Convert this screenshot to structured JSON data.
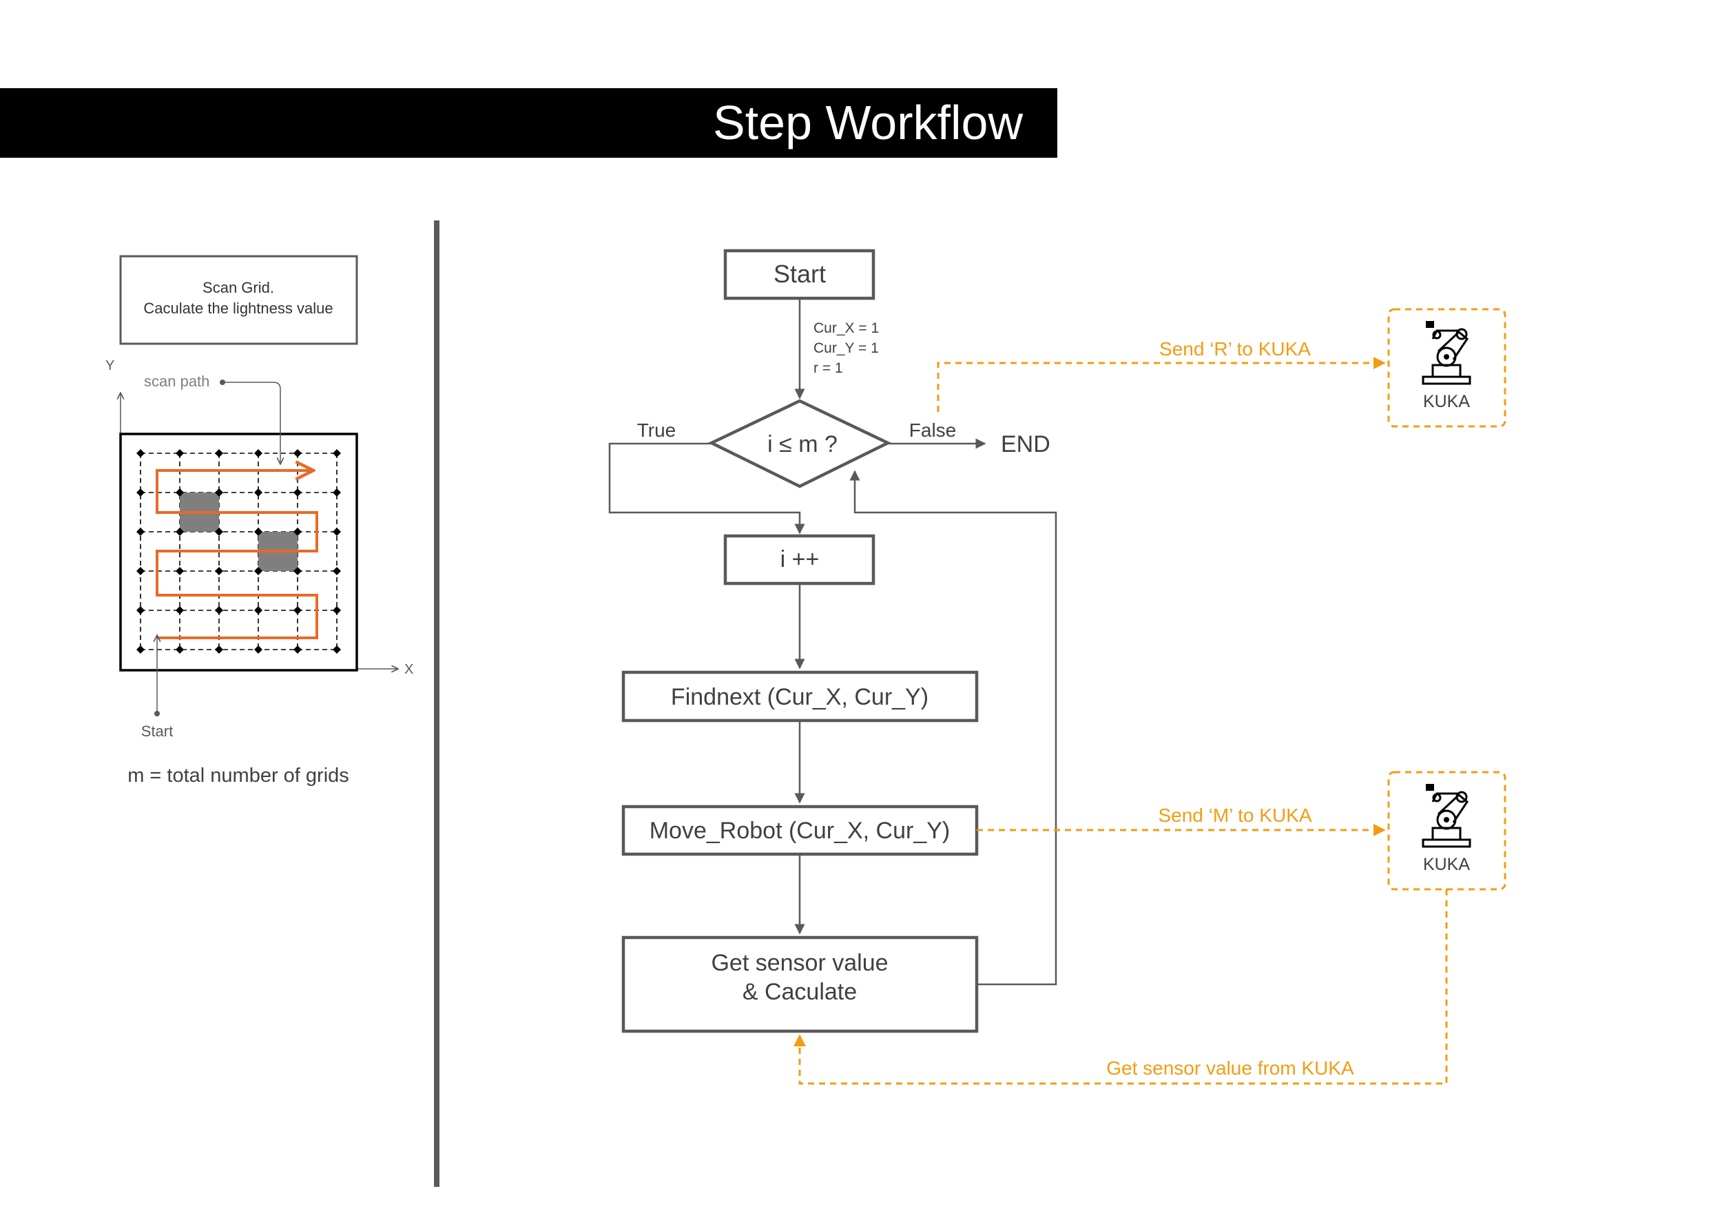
{
  "header": {
    "title": "Step Workflow"
  },
  "left_panel": {
    "scan_box_line1": "Scan Grid.",
    "scan_box_line2": "Caculate the lightness value",
    "y_label": "Y",
    "x_label": "X",
    "scan_path_label": "scan path",
    "start_label": "Start",
    "note": "m = total number of grids"
  },
  "flowchart": {
    "start": "Start",
    "init_line1": "Cur_X = 1",
    "init_line2": "Cur_Y = 1",
    "init_line3": "r = 1",
    "condition": "i ≤ m ?",
    "true_label": "True",
    "false_label": "False",
    "end": "END",
    "increment": "i ++",
    "findnext": "Findnext (Cur_X, Cur_Y)",
    "move_robot": "Move_Robot (Cur_X, Cur_Y)",
    "sensor_line1": "Get sensor value",
    "sensor_line2": "& Caculate"
  },
  "kuka": {
    "label_top": "KUKA",
    "label_bottom": "KUKA",
    "send_r": "Send ‘R’ to KUKA",
    "send_m": "Send ‘M’ to KUKA",
    "get_sensor": "Get sensor value from KUKA"
  },
  "colors": {
    "header_bg": "#000000",
    "box_stroke": "#595959",
    "orange_dashed": "#f39c12",
    "scan_path": "#e8692a",
    "filled_cell": "#7f7f7f"
  }
}
